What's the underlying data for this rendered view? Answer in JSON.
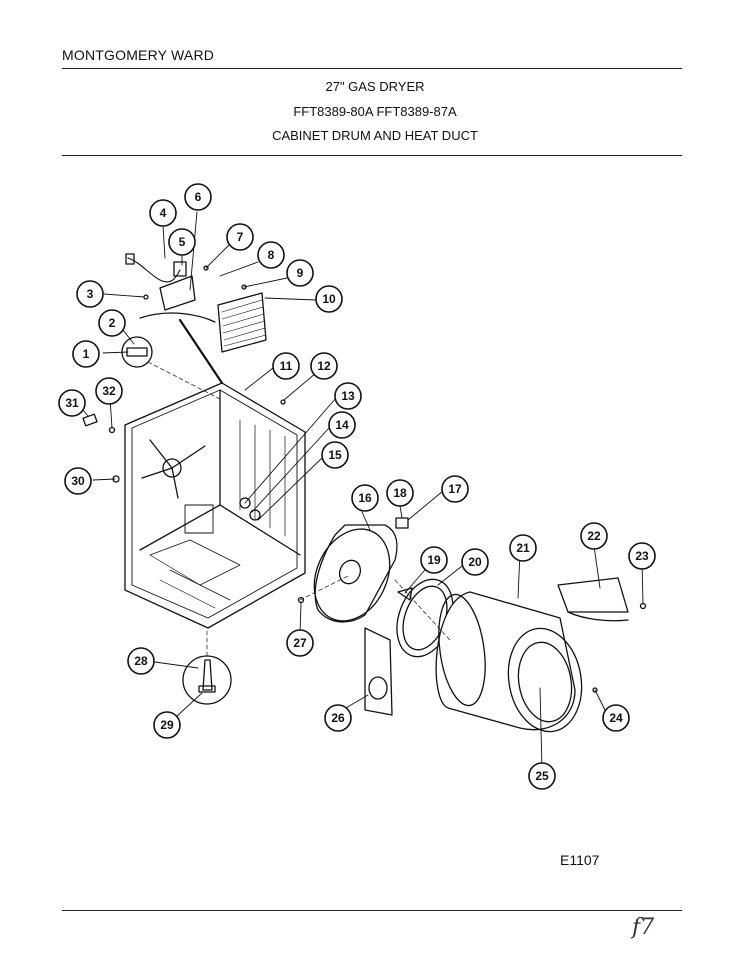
{
  "header": {
    "brand": "MONTGOMERY WARD",
    "title": "27\" GAS DRYER",
    "models": "FFT8389-80A  FFT8389-87A",
    "section": "CABINET DRUM AND HEAT DUCT"
  },
  "diagram_code": "E1107",
  "page_mark": "f7",
  "callouts": [
    "1",
    "2",
    "3",
    "4",
    "5",
    "6",
    "7",
    "8",
    "9",
    "10",
    "11",
    "12",
    "13",
    "14",
    "15",
    "16",
    "17",
    "18",
    "19",
    "20",
    "21",
    "22",
    "23",
    "24",
    "25",
    "26",
    "27",
    "28",
    "29",
    "30",
    "31",
    "32"
  ]
}
